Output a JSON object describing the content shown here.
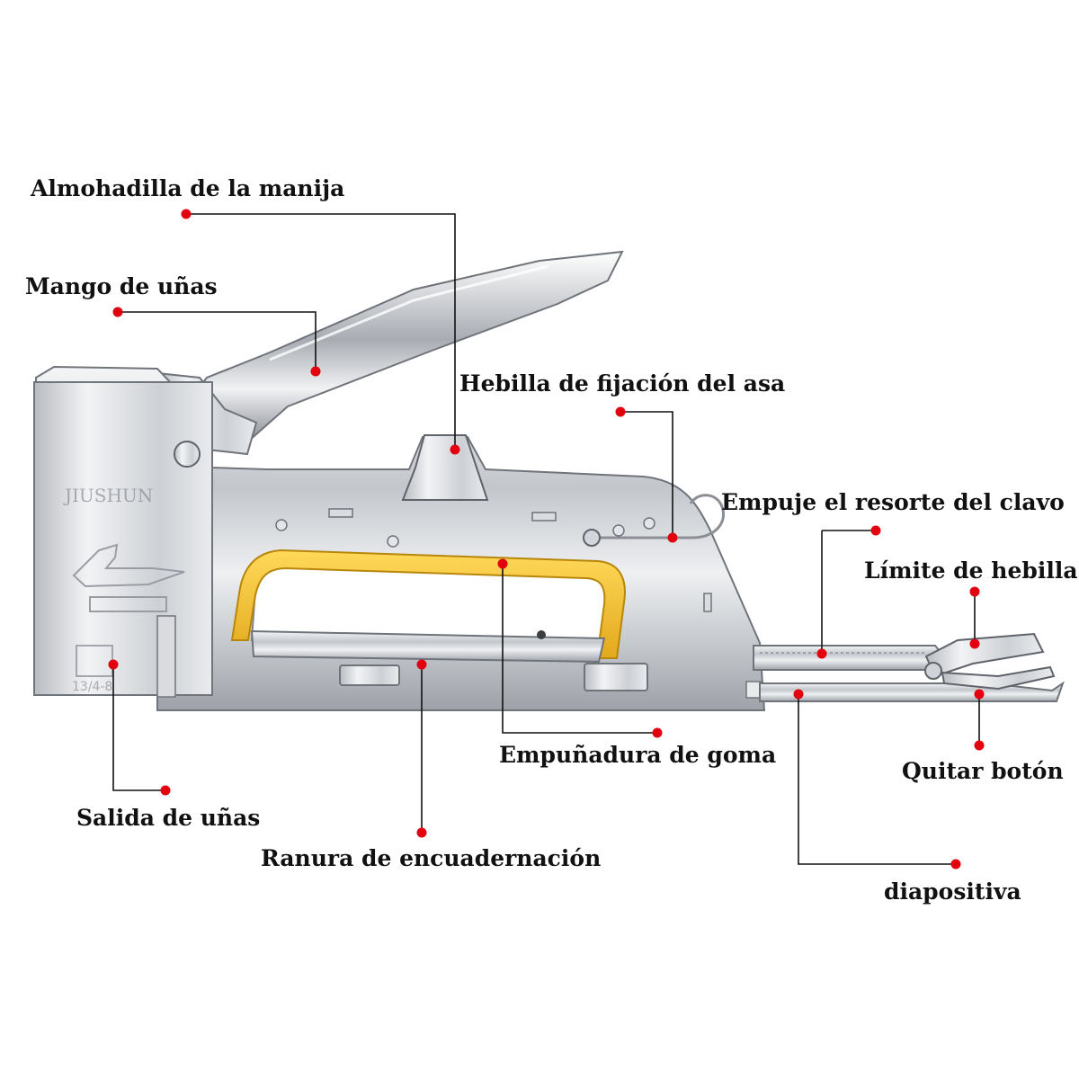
{
  "labels": {
    "handle_pad": "Almohadilla de la manija",
    "nail_handle": "Mango de uñas",
    "handle_buckle": "Hebilla de fijación del asa",
    "spring_push": "Empuje el resorte del clavo",
    "buckle_limit": "Límite de hebilla",
    "rubber_grip": "Empuñadura de goma",
    "remove_button": "Quitar botón",
    "nail_outlet": "Salida de uñas",
    "binding_slot": "Ranura de encuadernación",
    "slide": "diapositiva"
  },
  "product": {
    "brand_mark": "JIUSHUN",
    "model_mark": "13/4-8"
  },
  "colors": {
    "callout_dot": "#e3000f",
    "leader_line": "#111111",
    "grip": "#f2c230",
    "metal": "#c9ccd0"
  }
}
